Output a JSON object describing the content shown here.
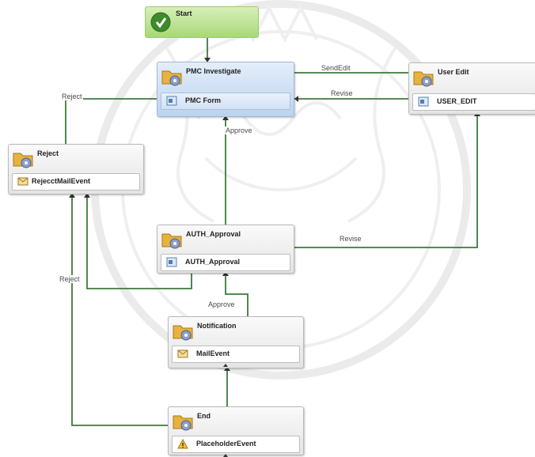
{
  "activities": {
    "start": "Start",
    "pmc": {
      "title": "PMC Investigate",
      "event": "PMC Form"
    },
    "user_edit": {
      "title": "User Edit",
      "event": "USER_EDIT"
    },
    "reject": {
      "title": "Reject",
      "event": "RejecctMailEvent"
    },
    "auth": {
      "title": "AUTH_Approval",
      "event": "AUTH_Approval"
    },
    "notification": {
      "title": "Notification",
      "event": "MailEvent"
    },
    "end": {
      "title": "End",
      "event": "PlaceholderEvent"
    }
  },
  "transitions": {
    "send_edit": "SendEdit",
    "revise_top": "Revise",
    "reject_top": "Reject",
    "approve_pmc": "Approve",
    "revise_auth": "Revise",
    "reject_left": "Reject",
    "approve_notification": "Approve"
  },
  "colors": {
    "connector": "#3d7a3d",
    "start_fill": "#a8d878",
    "selected_fill": "#bcd3ee"
  }
}
